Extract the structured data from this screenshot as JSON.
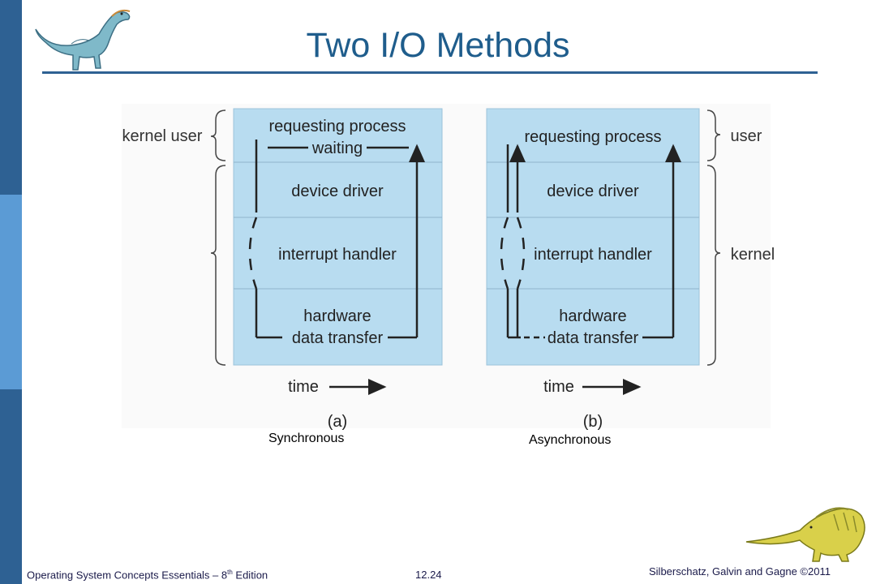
{
  "slide": {
    "title": "Two I/O Methods",
    "accent_color": "#2e6193",
    "title_color": "#1f5d8c"
  },
  "diagram": {
    "sync": {
      "side_label": "kernel user",
      "layers": [
        "requesting process",
        "waiting",
        "device driver",
        "interrupt handler",
        "hardware",
        "data transfer"
      ],
      "time_label": "time",
      "panel_label": "(a)",
      "caption": "Synchronous"
    },
    "async": {
      "user_label": "user",
      "kernel_label": "kernel",
      "layers": [
        "requesting process",
        "device driver",
        "interrupt handler",
        "hardware",
        "data transfer"
      ],
      "time_label": "time",
      "panel_label": "(b)",
      "caption": "Asynchronous"
    },
    "panel_color": "#b8dcf0"
  },
  "footer": {
    "left_text": "Operating System Concepts Essentials – 8",
    "left_sup": "th",
    "left_suffix": " Edition",
    "page": "12.24",
    "right_text": "Silberschatz, Galvin and Gagne ©2011"
  }
}
